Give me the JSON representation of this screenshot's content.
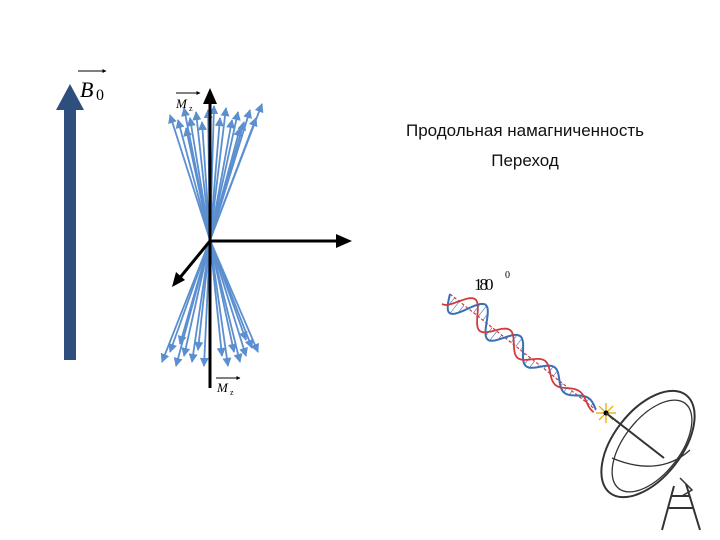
{
  "colors": {
    "b0_arrow": "#2e4f7e",
    "spin_vectors": "#5b8fd0",
    "axes": "#000000",
    "wave_blue": "#3a6fb5",
    "wave_red": "#d43a3a",
    "dish": "#333333",
    "spark": "#e0a800"
  },
  "labels": {
    "b0": "B",
    "b0_sub": "0",
    "mz_top": "M",
    "mz_top_sub": "z",
    "mz_bottom": "M",
    "mz_bottom_sub": "z",
    "wave_angle": "180",
    "wave_angle_sup": "0"
  },
  "text": {
    "line1": "Продольная намагниченность",
    "line2": "Переход"
  },
  "icons": {
    "emitter": "radio-dish-icon"
  }
}
